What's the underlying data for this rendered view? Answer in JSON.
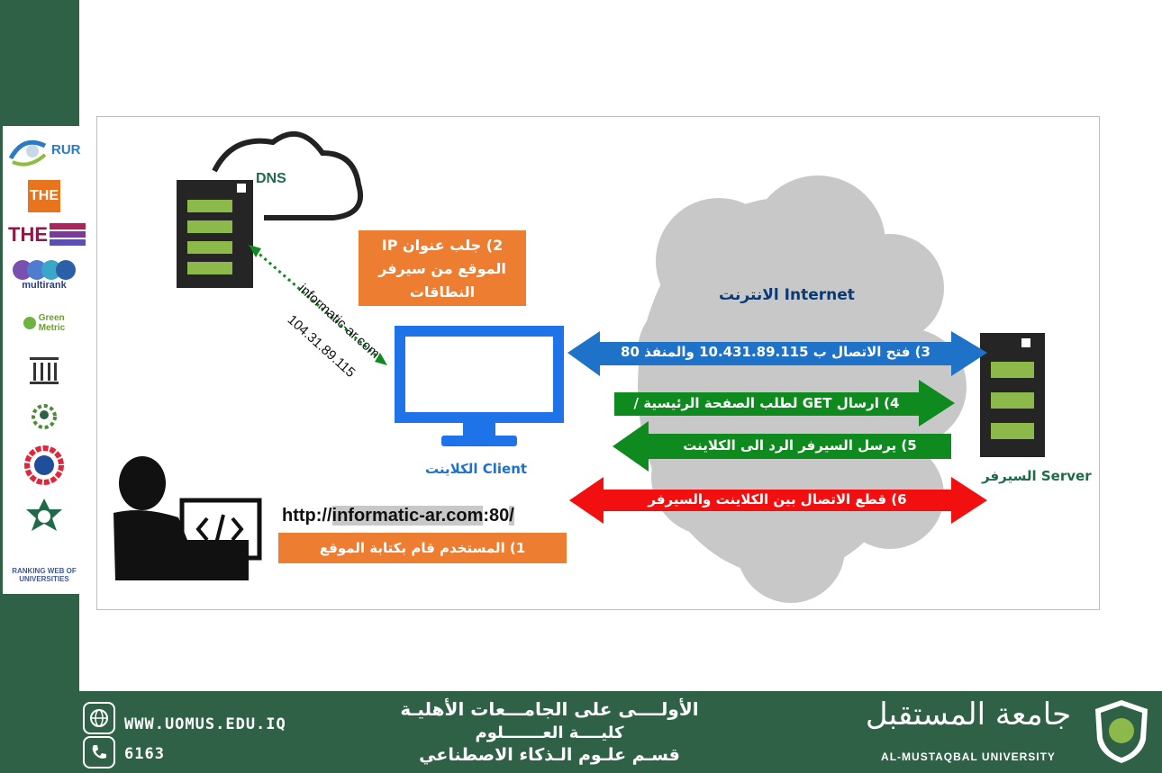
{
  "colors": {
    "brand_green": "#2f6147",
    "orange": "#ed7d31",
    "blue": "#1e73c9",
    "green": "#0f8a1e",
    "red": "#f20f0f",
    "dns_green": "#8db84a"
  },
  "rankings": [
    "RUR",
    "THE",
    "THE",
    "multirank",
    "Green",
    "Metric",
    "RANKING WEB OF UNIVERSITIES"
  ],
  "dns": {
    "label": "DNS"
  },
  "step2": {
    "line1": "2) جلب عنوان IP",
    "line2": "الموقع من سيرفر",
    "line3": "النطاقات"
  },
  "dns_link": {
    "domain": "informatic-ar.com",
    "ip": "104.31.89.115"
  },
  "internet": {
    "label": "الانترنت Internet"
  },
  "client": {
    "label": "الكلاينت Client"
  },
  "server": {
    "label": "السيرفر Server"
  },
  "url": {
    "prefix": "http://",
    "domain": "informatic-ar.com",
    "port": ":80",
    "slash": "/"
  },
  "step1": {
    "label": "1) المستخدم قام بكتابة الموقع"
  },
  "step3": {
    "label": "3) فتح الاتصال ب 10.431.89.115 والمنفذ 80"
  },
  "step4": {
    "label": "4) ارسال GET لطلب  الصفحة الرئيسية /"
  },
  "step5": {
    "label": "5) يرسل السيرفر الرد الى الكلاينت"
  },
  "step6": {
    "label": "6) قطع الاتصال بين الكلاينت والسيرفر"
  },
  "footer": {
    "website": "WWW.UOMUS.EDU.IQ",
    "phone": "6163",
    "line1": "الأولــــى على الجامـــعات الأهليـة",
    "line2": "كليــــة العـــــــلوم",
    "line3": "قسـم علـوم الـذكاء الاصطناعي",
    "uni_ar": "جامعة المستقبل",
    "uni_en": "AL-MUSTAQBAL UNIVERSITY"
  }
}
